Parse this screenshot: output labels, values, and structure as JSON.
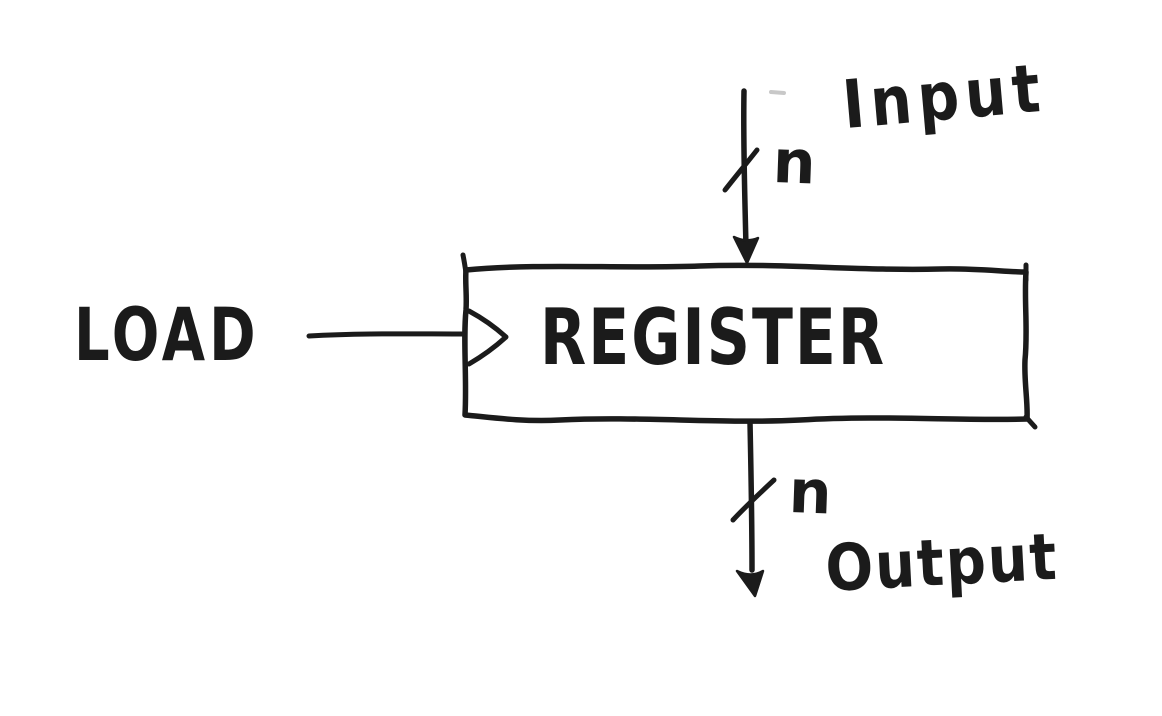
{
  "colors": {
    "ink": "#1b1b1b",
    "background": "#ffffff"
  },
  "diagram": {
    "block_label": "REGISTER",
    "control_signal_label": "LOAD",
    "input_label": "Input",
    "output_label": "Output",
    "input_bus_width": "n",
    "output_bus_width": "n"
  }
}
